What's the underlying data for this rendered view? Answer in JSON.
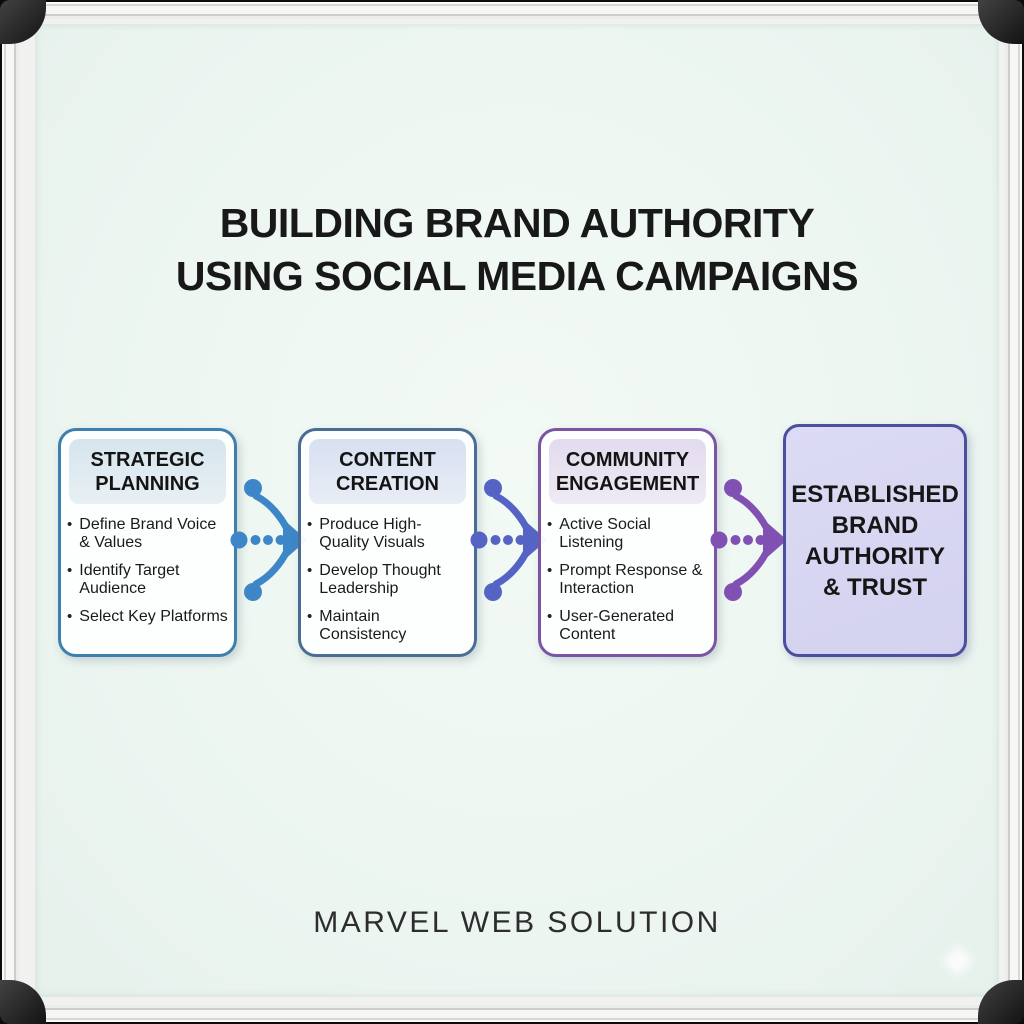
{
  "board": {
    "title_line1": "BUILDING BRAND AUTHORITY",
    "title_line2": "USING SOCIAL MEDIA CAMPAIGNS",
    "footer_brand": "MARVEL WEB SOLUTION"
  },
  "steps": [
    {
      "id": "strategic-planning",
      "title_line1": "STRATEGIC",
      "title_line2": "PLANNING",
      "bullets": [
        "Define Brand Voice & Values",
        "Identify Target Audience",
        "Select Key Platforms"
      ],
      "border_color": "#3f7fae",
      "header_bg": "#dce8ef"
    },
    {
      "id": "content-creation",
      "title_line1": "CONTENT",
      "title_line2": "CREATION",
      "bullets": [
        "Produce High-Quality Visuals",
        "Develop Thought Leadership",
        "Maintain Consistency"
      ],
      "border_color": "#4a6d96",
      "header_bg": "#dce4f0"
    },
    {
      "id": "community-engagement",
      "title_line1": "COMMUNITY",
      "title_line2": "ENGAGEMENT",
      "bullets": [
        "Active Social Listening",
        "Prompt Response & Interaction",
        "User-Generated Content"
      ],
      "border_color": "#7b55a4",
      "header_bg": "#e6dfee"
    }
  ],
  "result": {
    "lines": [
      "ESTABLISHED",
      "BRAND",
      "AUTHORITY",
      "& TRUST"
    ],
    "bg": "#d7d6f2",
    "border_color": "#4c4f9f"
  },
  "connectors": [
    {
      "from": "strategic-planning",
      "to": "content-creation",
      "color": "#3d86c8"
    },
    {
      "from": "content-creation",
      "to": "community-engagement",
      "color": "#5564c4"
    },
    {
      "from": "community-engagement",
      "to": "established-brand-authority-trust",
      "color": "#8150b3"
    }
  ],
  "colors": {
    "board_background": "#edf6f1",
    "frame_metal": "#f1f1f0",
    "frame_corner": "#1a1a1a",
    "title_text": "#181818",
    "box_background": "#fdfefd"
  }
}
